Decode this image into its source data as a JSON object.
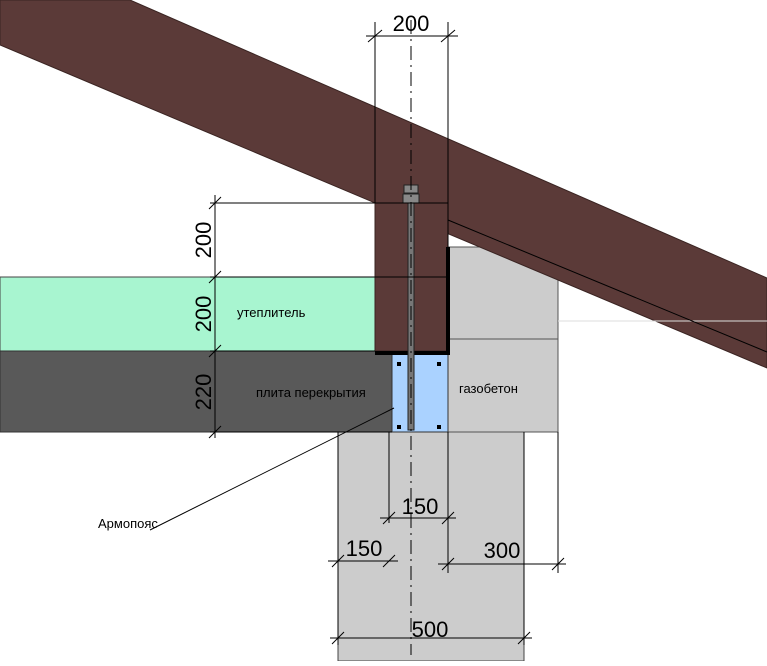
{
  "colors": {
    "rafter": "#5b3a38",
    "insulation": "#a8f5d0",
    "slab": "#595959",
    "aerated_concrete": "#cccccc",
    "wall": "#cccccc",
    "belt": "#aad2ff",
    "line": "#000000"
  },
  "labels": {
    "insulation": "утеплитель",
    "slab": "плита перекрытия",
    "aerated_concrete": "газобетон",
    "belt": "Армопояс"
  },
  "dimensions": {
    "top_width": "200",
    "rafter_height": "200",
    "insulation_height": "200",
    "slab_height": "220",
    "belt_width": "150",
    "wall_left_offset": "150",
    "wall_right_offset": "300",
    "wall_width": "500"
  }
}
